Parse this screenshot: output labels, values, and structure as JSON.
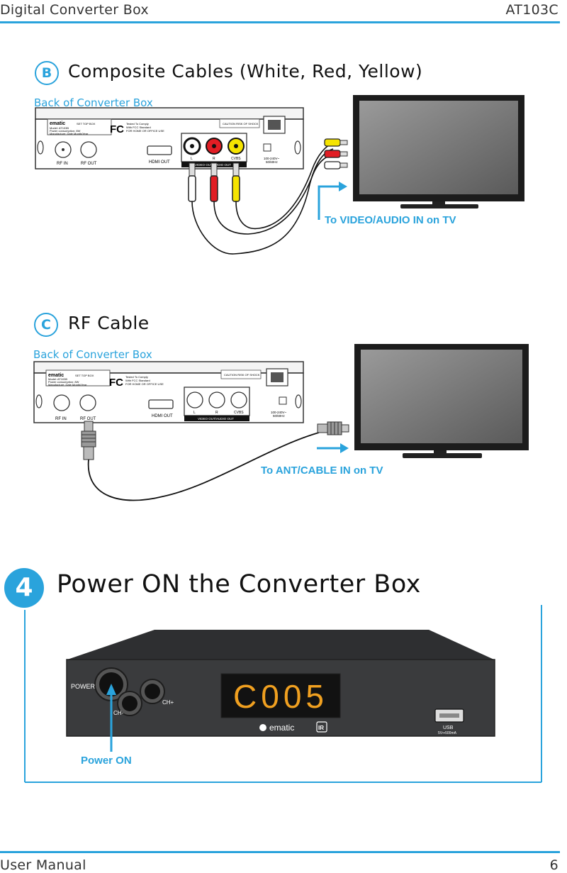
{
  "header": {
    "left": "Digital Converter Box",
    "right": "AT103C"
  },
  "section_b": {
    "letter": "B",
    "title": "Composite Cables (White, Red, Yellow)",
    "back_label": "Back of Converter Box",
    "note": "To VIDEO/AUDIO IN on TV"
  },
  "section_c": {
    "letter": "C",
    "title": "RF Cable",
    "back_label": "Back of Converter Box",
    "note": "To ANT/CABLE IN on TV"
  },
  "box_back": {
    "brand": "ematic",
    "box_type": "SET TOP BOX",
    "model": "Model: AT103B",
    "power_consumption": "Power consumption: 8W",
    "manufacture": "Manufacture: Date Month/Year",
    "fcc_mark": "FC",
    "fcc_text_1": "Tested To Comply",
    "fcc_text_2": "With FCC Standard",
    "fcc_text_3": "FOR HOME OR OFFICE USE",
    "caution": "CAUTION RISK OF SHOCK",
    "rf_in": "RF IN",
    "rf_out": "RF OUT",
    "hdmi_out": "HDMI OUT",
    "l": "L",
    "r": "R",
    "cvbs": "CVBS",
    "video_audio_out": "VIDEO OUT/AUDIO OUT",
    "power_spec_1": "100-240V~",
    "power_spec_2": "50/60Hz"
  },
  "section_4": {
    "number": "4",
    "title": "Power ON the Converter Box",
    "power_label": "POWER",
    "ch_minus": "CH-",
    "ch_plus": "CH+",
    "display": "C005",
    "brand": "ematic",
    "ir": "IR",
    "usb": "USB",
    "usb_spec": "5V⎓500mA",
    "note": "Power ON"
  },
  "footer": {
    "left": "User Manual",
    "right": "6"
  },
  "colors": {
    "accent": "#2aa3dc",
    "box": "#3a3b3d",
    "display_digits": "#f0a020"
  }
}
